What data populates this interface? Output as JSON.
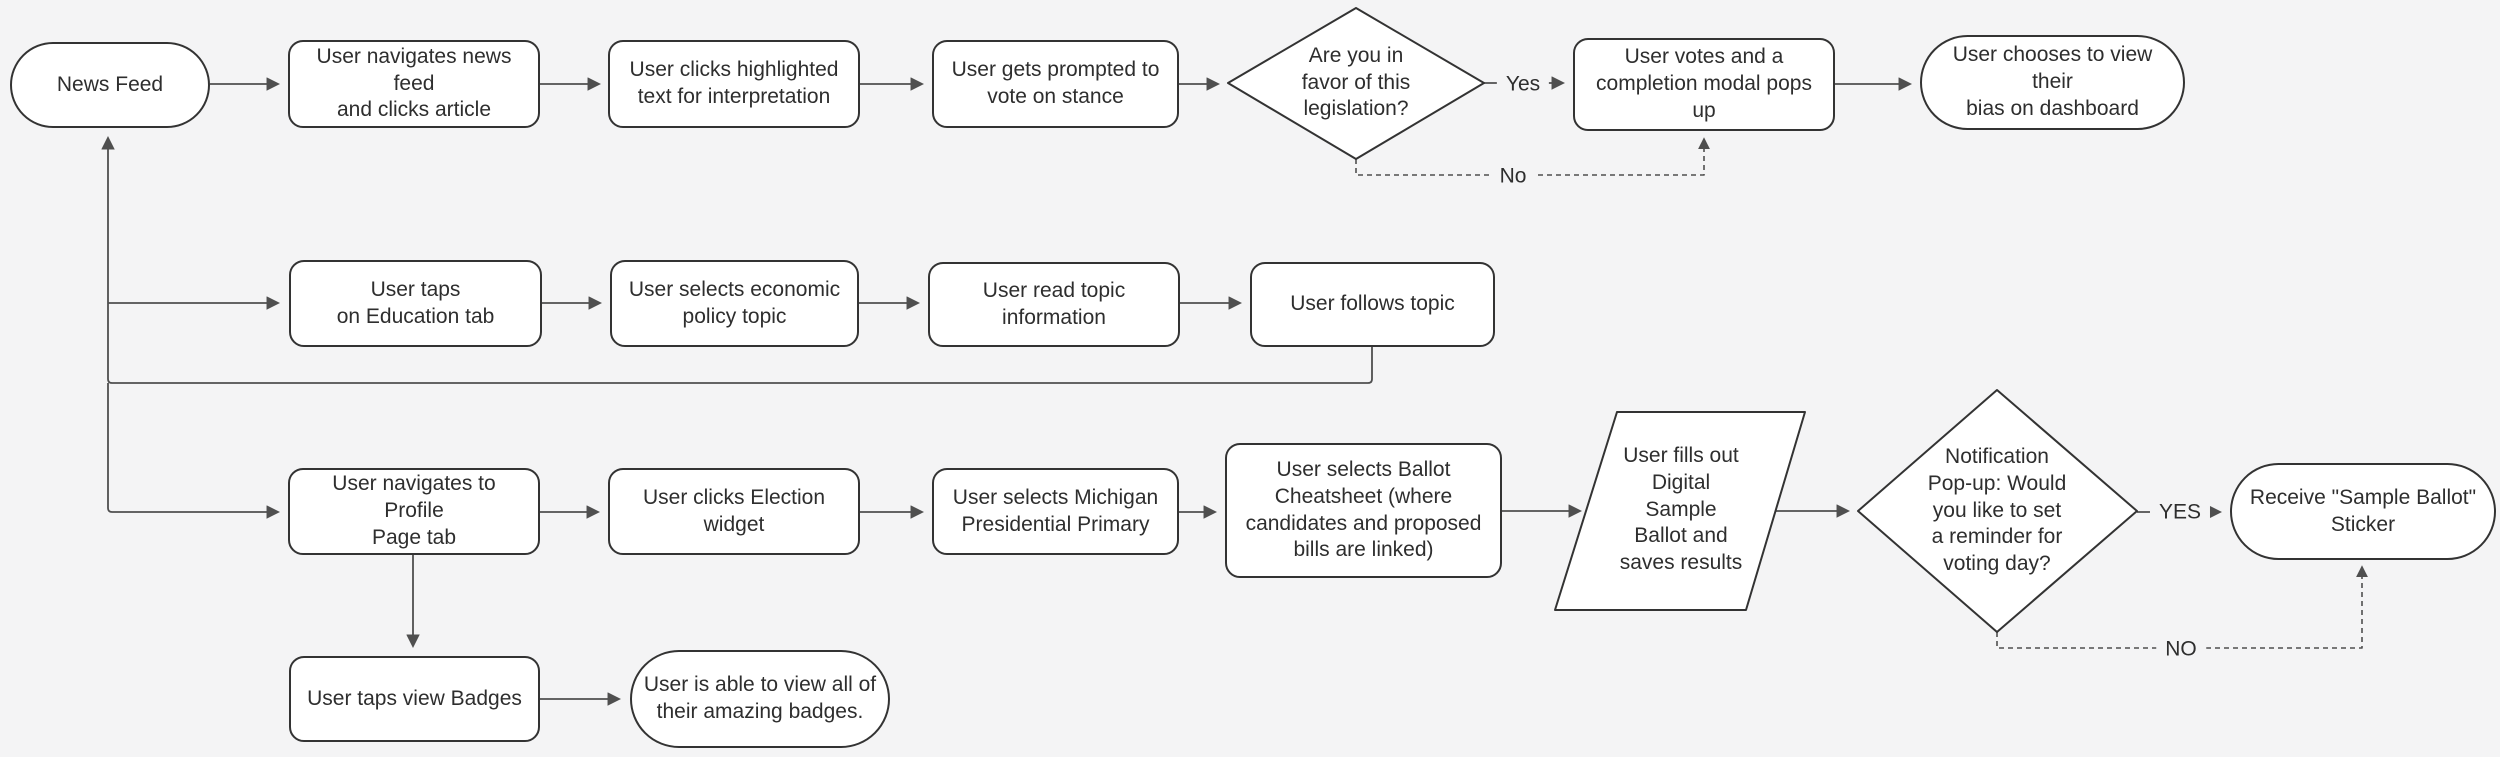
{
  "colors": {
    "background": "#f4f4f5",
    "node_fill": "#ffffff",
    "node_border": "#333333",
    "connector": "#4f4f4f",
    "text": "#2e2e2e"
  },
  "nodes": {
    "newsFeed": {
      "shape": "stadium",
      "label": "News Feed"
    },
    "navigatesNewsFeed": {
      "shape": "rect",
      "label": "User navigates news feed\nand clicks article"
    },
    "clicksHighlighted": {
      "shape": "rect",
      "label": "User clicks highlighted\ntext for interpretation"
    },
    "promptedVote": {
      "shape": "rect",
      "label": "User gets prompted to\nvote on stance"
    },
    "favorLegislation": {
      "shape": "diamond",
      "label": "Are you in\nfavor of this\nlegislation?"
    },
    "votesModal": {
      "shape": "rect",
      "label": "User votes and a\ncompletion modal pops up"
    },
    "viewBias": {
      "shape": "stadium",
      "label": "User chooses to view their\nbias on dashboard"
    },
    "tapsEducation": {
      "shape": "rect",
      "label": "User taps\non Education tab"
    },
    "selectsEconomic": {
      "shape": "rect",
      "label": "User selects economic\npolicy topic"
    },
    "readTopic": {
      "shape": "rect",
      "label": "User read topic\ninformation"
    },
    "followsTopic": {
      "shape": "rect",
      "label": "User follows topic"
    },
    "navigatesProfile": {
      "shape": "rect",
      "label": "User navigates to Profile\nPage tab"
    },
    "clicksElection": {
      "shape": "rect",
      "label": "User clicks Election\nwidget"
    },
    "selectsMichigan": {
      "shape": "rect",
      "label": "User selects Michigan\nPresidential Primary"
    },
    "ballotCheatsheet": {
      "shape": "rect",
      "label": "User selects Ballot\nCheatsheet (where\ncandidates and proposed\nbills are linked)"
    },
    "fillsBallot": {
      "shape": "parallelogram",
      "label": "User fills out\nDigital\nSample\nBallot and\nsaves results"
    },
    "notificationPopup": {
      "shape": "diamond",
      "label": "Notification\nPop-up: Would\nyou like to set\na reminder for\nvoting day?"
    },
    "receiveSticker": {
      "shape": "stadium",
      "label": "Receive \"Sample Ballot\"\nSticker"
    },
    "tapsBadges": {
      "shape": "rect",
      "label": "User taps view Badges"
    },
    "viewBadges": {
      "shape": "stadium",
      "label": "User is able to view all of\ntheir amazing badges."
    }
  },
  "edge_labels": {
    "yes1": "Yes",
    "no1": "No",
    "yes2": "YES",
    "no2": "NO"
  }
}
